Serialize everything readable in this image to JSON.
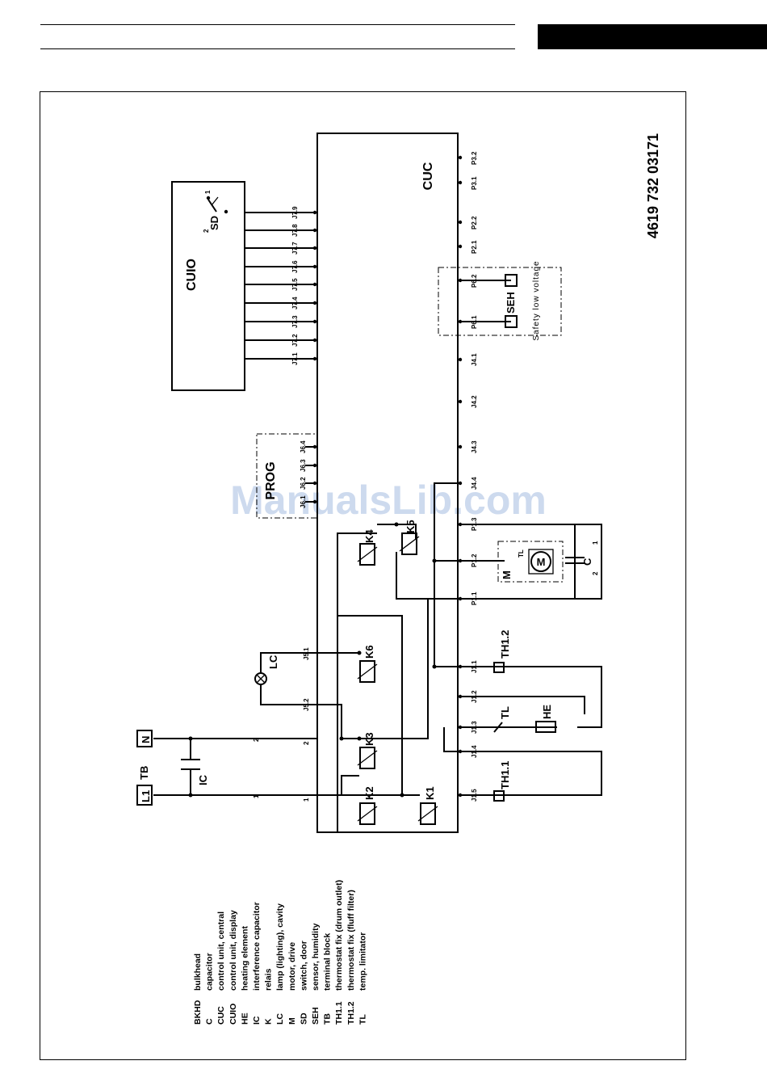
{
  "drawing_number": "4619 732 03171",
  "watermark": "ManualsLib.com",
  "blocks": {
    "cuc": "CUC",
    "cuio": "CUIO",
    "prog": "PROG",
    "safety": "Safety low voltage"
  },
  "components": {
    "sd": "SD",
    "seh": "SEH",
    "lc": "LC",
    "ic": "IC",
    "tb": "TB",
    "l1": "L1",
    "n": "N",
    "he": "HE",
    "tl": "TL",
    "th11": "TH1.1",
    "th12": "TH1.2",
    "m": "M",
    "c": "C",
    "k1": "K1",
    "k2": "K2",
    "k3": "K3",
    "k4": "K4",
    "k5": "K5",
    "k6": "K6",
    "motor_symbol": "M",
    "motor_tl": "TL",
    "sd_pin1": "1",
    "sd_pin2": "2",
    "c_pin1": "1",
    "c_pin2": "2"
  },
  "pins": {
    "cuio": [
      "J7.1",
      "J7.2",
      "J7.3",
      "J7.4",
      "J7.5",
      "J7.6",
      "J7.7",
      "J7.8",
      "J7.9"
    ],
    "prog": [
      "J6.1",
      "J6.2",
      "J6.3",
      "J6.4"
    ],
    "p3": [
      "P3.2",
      "P3.1"
    ],
    "p2": [
      "P2.2",
      "P2.1"
    ],
    "p6": [
      "P6.2",
      "P6.1"
    ],
    "j4": [
      "J4.1",
      "J4.2",
      "J4.3",
      "J4.4"
    ],
    "p1": [
      "P1.3",
      "P1.2",
      "P1.1"
    ],
    "j1": [
      "J1.1",
      "J1.2",
      "J1.3",
      "J1.4",
      "J1.5"
    ],
    "j5": [
      "J5.1",
      "J5.2"
    ],
    "mains": [
      "2",
      "1",
      "2",
      "1"
    ]
  },
  "legend": [
    {
      "code": "BKHD",
      "desc": "bulkhead"
    },
    {
      "code": "C",
      "desc": "capacitor"
    },
    {
      "code": "CUC",
      "desc": "control unit, central"
    },
    {
      "code": "CUIO",
      "desc": "control unit, display"
    },
    {
      "code": "HE",
      "desc": "heating element"
    },
    {
      "code": "IC",
      "desc": "interference capacitor"
    },
    {
      "code": "K",
      "desc": "relais"
    },
    {
      "code": "LC",
      "desc": "lamp (lighting), cavity"
    },
    {
      "code": "M",
      "desc": "motor, drive"
    },
    {
      "code": "SD",
      "desc": "switch, door"
    },
    {
      "code": "SEH",
      "desc": "sensor, humidity"
    },
    {
      "code": "TB",
      "desc": "terminal block"
    },
    {
      "code": "TH1.1",
      "desc": "thermostat fix (drum outlet)"
    },
    {
      "code": "TH1.2",
      "desc": "thermostat fix (fluff filter)"
    },
    {
      "code": "TL",
      "desc": "temp. limitator"
    }
  ]
}
